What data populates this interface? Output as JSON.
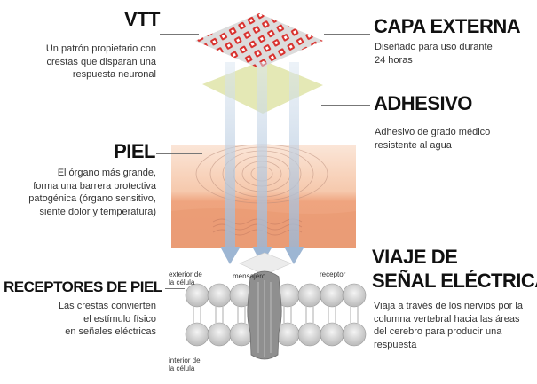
{
  "vtt": {
    "title": "VTT",
    "desc": [
      "Un patrón propietario con",
      "crestas que disparan una",
      "respuesta neuronal"
    ]
  },
  "capa_externa": {
    "title": "CAPA EXTERNA",
    "desc": [
      "Diseñado para uso durante",
      "24 horas"
    ]
  },
  "adhesivo": {
    "title": "ADHESIVO",
    "desc": [
      "Adhesivo de grado médico",
      "resistente al agua"
    ]
  },
  "piel": {
    "title": "PIEL",
    "desc": [
      "El órgano más grande,",
      "forma una barrera protectiva",
      "patogénica (órgano sensitivo,",
      "siente dolor y temperatura)"
    ]
  },
  "receptores": {
    "title": "RECEPTORES DE PIEL",
    "desc": [
      "Las crestas convierten",
      "el estímulo físico",
      "en señales eléctricas"
    ]
  },
  "viaje": {
    "title": [
      "VIAJE DE",
      "SEÑAL ELÉCTRICA"
    ],
    "desc": [
      "Viaja a través de los nervios por la",
      "columna vertebral hacia las áreas",
      "del cerebro para producir una",
      "respuesta"
    ]
  },
  "labels": {
    "exterior": [
      "exterior de",
      "la célula"
    ],
    "mensajero": "mensajero",
    "receptor": "receptor",
    "interior": [
      "interior de",
      "la célula"
    ]
  },
  "colors": {
    "patch": "#d7d7d7",
    "logo": "#d9322f",
    "adhesive": "#e5e9b6",
    "skin_top": "#f9dccb",
    "skin_bottom": "#e9906a",
    "arrow": "#aac0d8",
    "membrane": "#cfcfcf"
  }
}
